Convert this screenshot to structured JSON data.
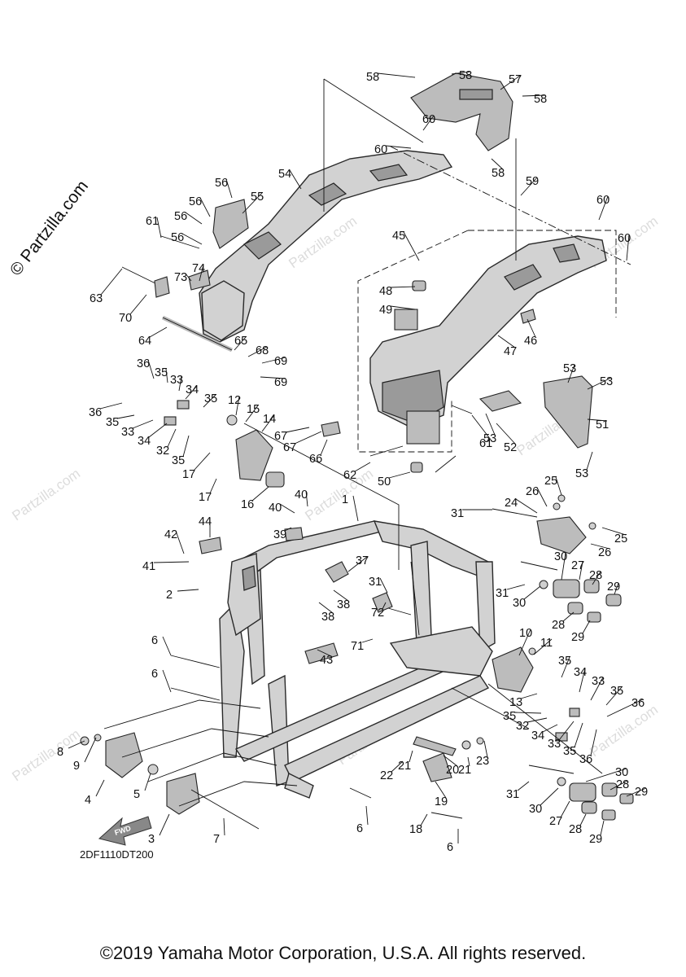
{
  "watermark": "Partzilla.com",
  "side_watermark": "© Partzilla.com",
  "fwd_label": "FWD",
  "diagram_code": "2DF1110DT200",
  "copyright": "©2019 Yamaha Motor Corporation, U.S.A. All rights reserved.",
  "callouts": [
    {
      "n": "58"
    },
    {
      "n": "58"
    },
    {
      "n": "57"
    },
    {
      "n": "58"
    },
    {
      "n": "60"
    },
    {
      "n": "60"
    },
    {
      "n": "58"
    },
    {
      "n": "59"
    },
    {
      "n": "60"
    },
    {
      "n": "60"
    },
    {
      "n": "54"
    },
    {
      "n": "56"
    },
    {
      "n": "55"
    },
    {
      "n": "56"
    },
    {
      "n": "56"
    },
    {
      "n": "56"
    },
    {
      "n": "61"
    },
    {
      "n": "74"
    },
    {
      "n": "73"
    },
    {
      "n": "63"
    },
    {
      "n": "70"
    },
    {
      "n": "45"
    },
    {
      "n": "48"
    },
    {
      "n": "49"
    },
    {
      "n": "46"
    },
    {
      "n": "47"
    },
    {
      "n": "64"
    },
    {
      "n": "65"
    },
    {
      "n": "68"
    },
    {
      "n": "69"
    },
    {
      "n": "69"
    },
    {
      "n": "36"
    },
    {
      "n": "35"
    },
    {
      "n": "33"
    },
    {
      "n": "34"
    },
    {
      "n": "35"
    },
    {
      "n": "36"
    },
    {
      "n": "35"
    },
    {
      "n": "33"
    },
    {
      "n": "34"
    },
    {
      "n": "32"
    },
    {
      "n": "35"
    },
    {
      "n": "12"
    },
    {
      "n": "15"
    },
    {
      "n": "14"
    },
    {
      "n": "67"
    },
    {
      "n": "67"
    },
    {
      "n": "66"
    },
    {
      "n": "61"
    },
    {
      "n": "53"
    },
    {
      "n": "52"
    },
    {
      "n": "53"
    },
    {
      "n": "53"
    },
    {
      "n": "51"
    },
    {
      "n": "53"
    },
    {
      "n": "17"
    },
    {
      "n": "17"
    },
    {
      "n": "16"
    },
    {
      "n": "62"
    },
    {
      "n": "50"
    },
    {
      "n": "1"
    },
    {
      "n": "40"
    },
    {
      "n": "40"
    },
    {
      "n": "39"
    },
    {
      "n": "31"
    },
    {
      "n": "24"
    },
    {
      "n": "26"
    },
    {
      "n": "25"
    },
    {
      "n": "25"
    },
    {
      "n": "26"
    },
    {
      "n": "44"
    },
    {
      "n": "42"
    },
    {
      "n": "41"
    },
    {
      "n": "37"
    },
    {
      "n": "2"
    },
    {
      "n": "38"
    },
    {
      "n": "38"
    },
    {
      "n": "31"
    },
    {
      "n": "72"
    },
    {
      "n": "71"
    },
    {
      "n": "43"
    },
    {
      "n": "30"
    },
    {
      "n": "27"
    },
    {
      "n": "28"
    },
    {
      "n": "29"
    },
    {
      "n": "31"
    },
    {
      "n": "30"
    },
    {
      "n": "28"
    },
    {
      "n": "29"
    },
    {
      "n": "10"
    },
    {
      "n": "11"
    },
    {
      "n": "6"
    },
    {
      "n": "6"
    },
    {
      "n": "35"
    },
    {
      "n": "34"
    },
    {
      "n": "33"
    },
    {
      "n": "35"
    },
    {
      "n": "36"
    },
    {
      "n": "13"
    },
    {
      "n": "35"
    },
    {
      "n": "32"
    },
    {
      "n": "34"
    },
    {
      "n": "33"
    },
    {
      "n": "35"
    },
    {
      "n": "36"
    },
    {
      "n": "8"
    },
    {
      "n": "9"
    },
    {
      "n": "4"
    },
    {
      "n": "5"
    },
    {
      "n": "3"
    },
    {
      "n": "7"
    },
    {
      "n": "6"
    },
    {
      "n": "22"
    },
    {
      "n": "21"
    },
    {
      "n": "20"
    },
    {
      "n": "21"
    },
    {
      "n": "23"
    },
    {
      "n": "19"
    },
    {
      "n": "18"
    },
    {
      "n": "6"
    },
    {
      "n": "31"
    },
    {
      "n": "30"
    },
    {
      "n": "30"
    },
    {
      "n": "28"
    },
    {
      "n": "29"
    },
    {
      "n": "27"
    },
    {
      "n": "28"
    },
    {
      "n": "29"
    }
  ]
}
